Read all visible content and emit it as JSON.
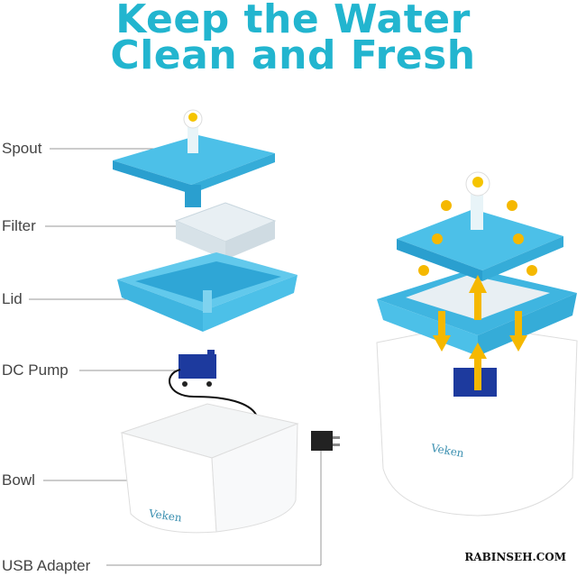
{
  "title": {
    "line1": "Keep the Water",
    "line2": "Clean and Fresh"
  },
  "parts": {
    "spout": "Spout",
    "filter": "Filter",
    "lid": "Lid",
    "pump": "DC Pump",
    "bowl": "Bowl",
    "adapter": "USB Adapter"
  },
  "brand": "Veken",
  "watermark": "RABINSEH.COM",
  "colors": {
    "accent": "#22b5cf",
    "plastic": "#4cc0e8",
    "arrow": "#f5b800"
  }
}
